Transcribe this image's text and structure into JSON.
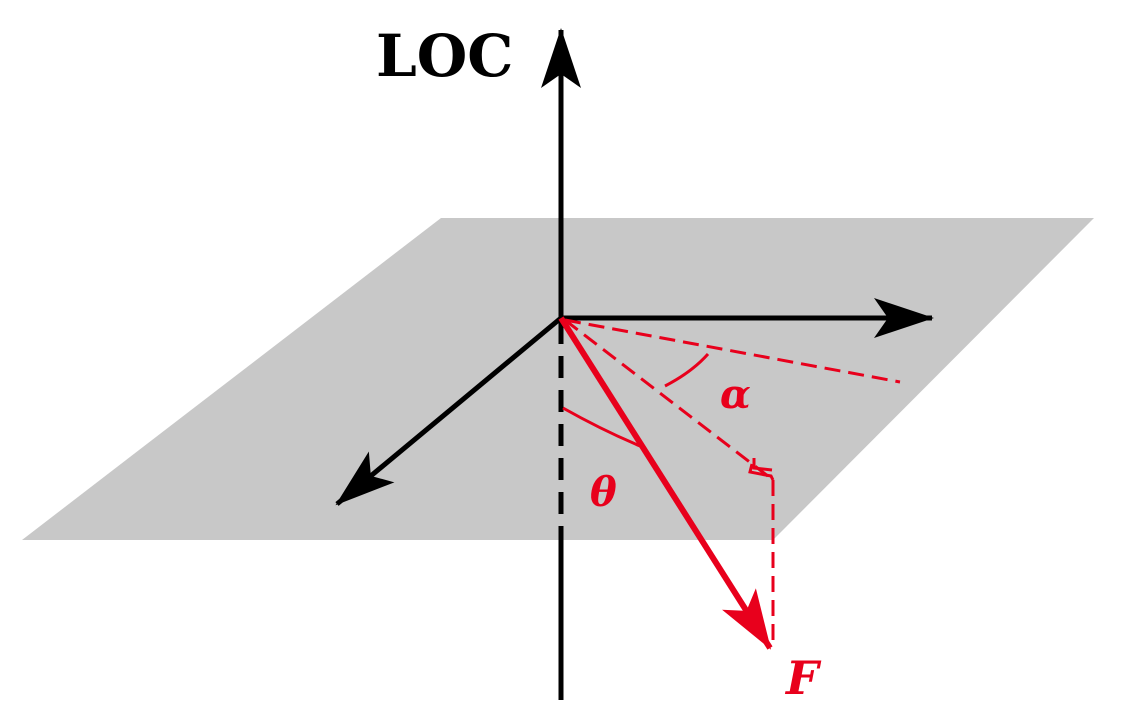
{
  "labels": {
    "axis": "LOC",
    "alpha": "α",
    "theta": "θ",
    "force": "F"
  },
  "colors": {
    "black": "#000000",
    "red": "#e8001c",
    "plane": "#c8c8c8",
    "background": "#ffffff"
  }
}
